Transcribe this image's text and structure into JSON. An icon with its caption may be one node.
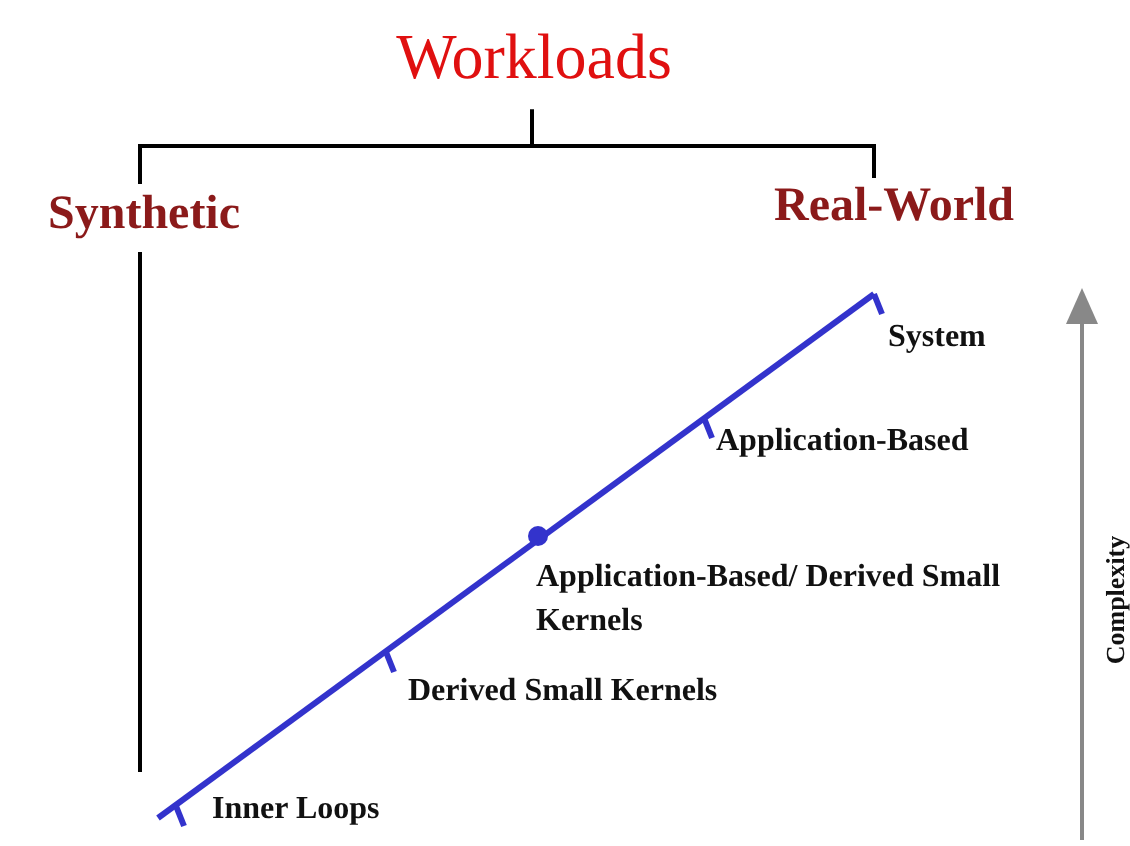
{
  "diagram": {
    "nodes": [
      {
        "text": [
          "Workloads"
        ]
      },
      {
        "text": [
          "Synthetic"
        ]
      },
      {
        "text": [
          "Real-World"
        ]
      }
    ],
    "edges": [
      {
        "from": 0,
        "to": 1,
        "arrow": "none"
      },
      {
        "from": 0,
        "to": 2,
        "arrow": "none"
      }
    ],
    "labels": [
      "System",
      "Application-Based",
      "Application-Based/ Derived Small Kernels",
      "Derived Small Kernels",
      "Inner Loops",
      "Complexity"
    ]
  }
}
